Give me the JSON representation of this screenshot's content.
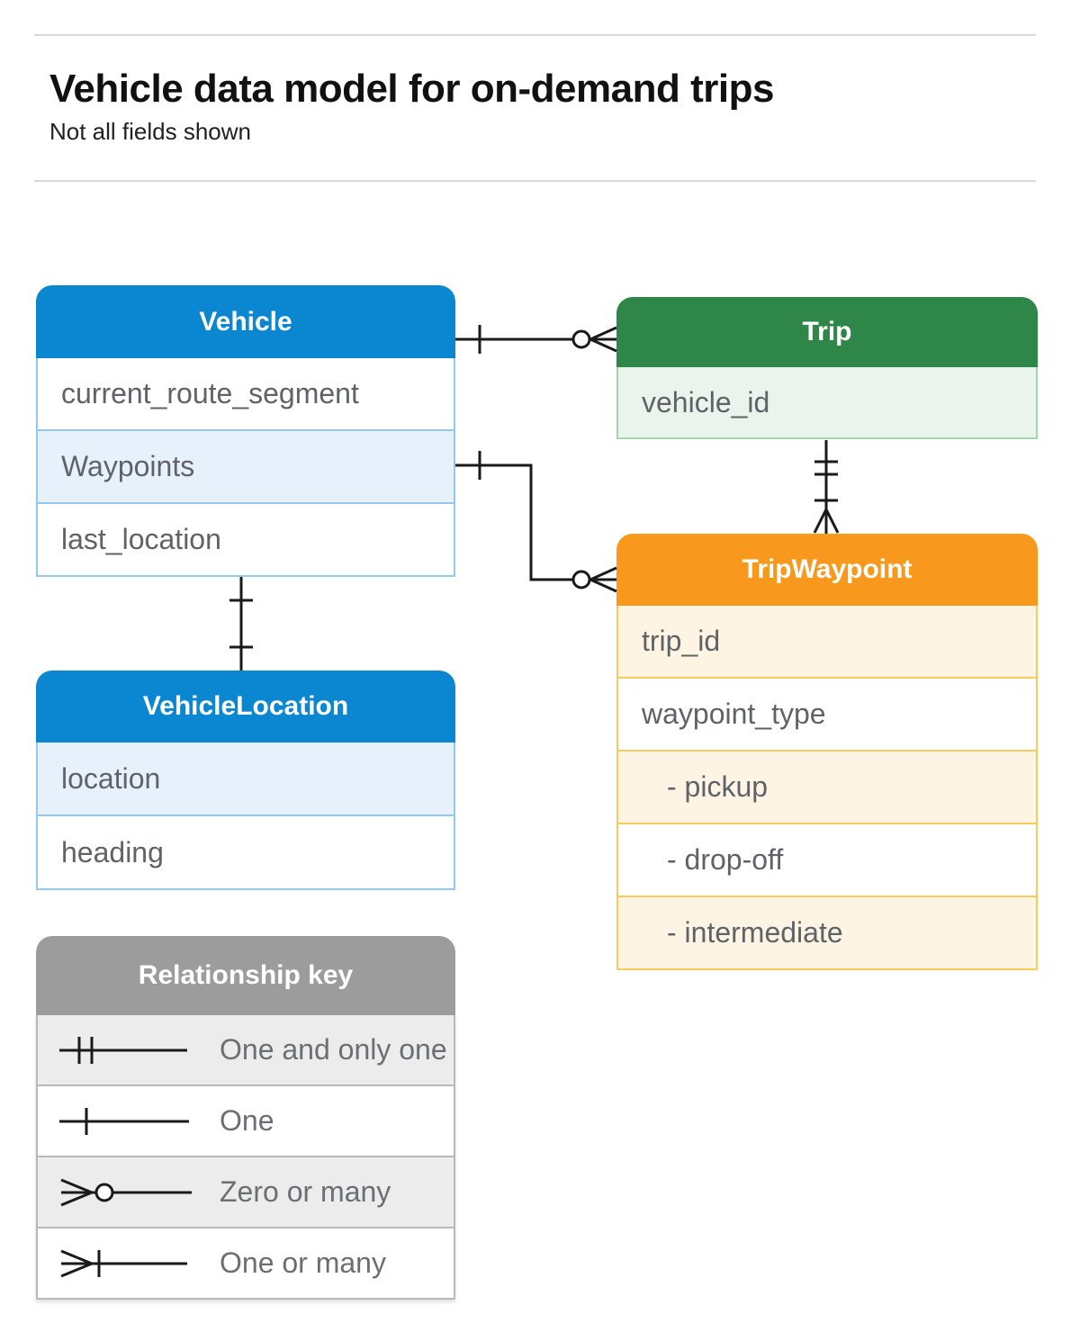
{
  "header": {
    "title": "Vehicle data model for on-demand trips",
    "subtitle": "Not all fields shown"
  },
  "entities": {
    "vehicle": {
      "name": "Vehicle",
      "fields": [
        "current_route_segment",
        "Waypoints",
        "last_location"
      ]
    },
    "trip": {
      "name": "Trip",
      "fields": [
        "vehicle_id"
      ]
    },
    "tripWaypoint": {
      "name": "TripWaypoint",
      "fields": [
        "trip_id",
        "waypoint_type",
        "- pickup",
        "- drop-off",
        "- intermediate"
      ]
    },
    "vehicleLocation": {
      "name": "VehicleLocation",
      "fields": [
        "location",
        "heading"
      ]
    }
  },
  "legend": {
    "title": "Relationship key",
    "items": [
      {
        "symbol": "one-and-only-one",
        "label": "One and only one"
      },
      {
        "symbol": "one",
        "label": "One"
      },
      {
        "symbol": "zero-or-many",
        "label": "Zero or many"
      },
      {
        "symbol": "one-or-many",
        "label": "One or many"
      }
    ]
  },
  "relationships": [
    {
      "from": "Vehicle",
      "to": "Trip",
      "from_end": "one",
      "to_end": "zero-or-many"
    },
    {
      "from": "Vehicle.Waypoints",
      "to": "TripWaypoint",
      "from_end": "one",
      "to_end": "zero-or-many"
    },
    {
      "from": "Trip",
      "to": "TripWaypoint",
      "from_end": "one-and-only-one",
      "to_end": "one-or-many"
    },
    {
      "from": "Vehicle",
      "to": "VehicleLocation",
      "from_end": "one",
      "to_end": "one"
    }
  ],
  "colors": {
    "blue_header": "#0b87d1",
    "blue_row": "#e7f1fc",
    "green_header": "#2e8748",
    "green_row": "#eaf3ec",
    "orange_header": "#f8991d",
    "orange_row": "#fdf4e4",
    "gray_header": "#9c9c9c",
    "gray_row": "#ececec",
    "field_text": "#5f6368",
    "connector": "#1a1a1a"
  }
}
